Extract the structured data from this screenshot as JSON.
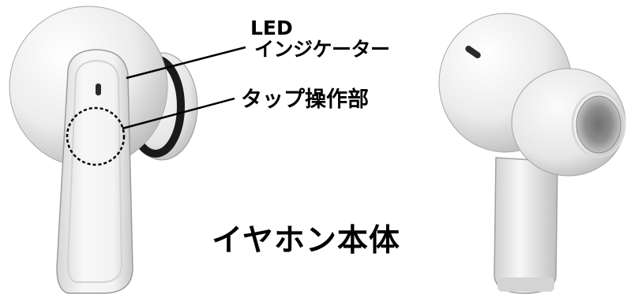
{
  "labels": {
    "led_line1": "LED",
    "led_line2": "インジケーター",
    "tap_area": "タップ操作部",
    "earbud_body": "イヤホン本体"
  },
  "colors": {
    "background": "#ffffff",
    "earbud_white": "#f3f3f3",
    "earbud_shadow": "#c9c9c9",
    "ear_tip_ring": "#1a1a1a",
    "text": "#000000"
  }
}
